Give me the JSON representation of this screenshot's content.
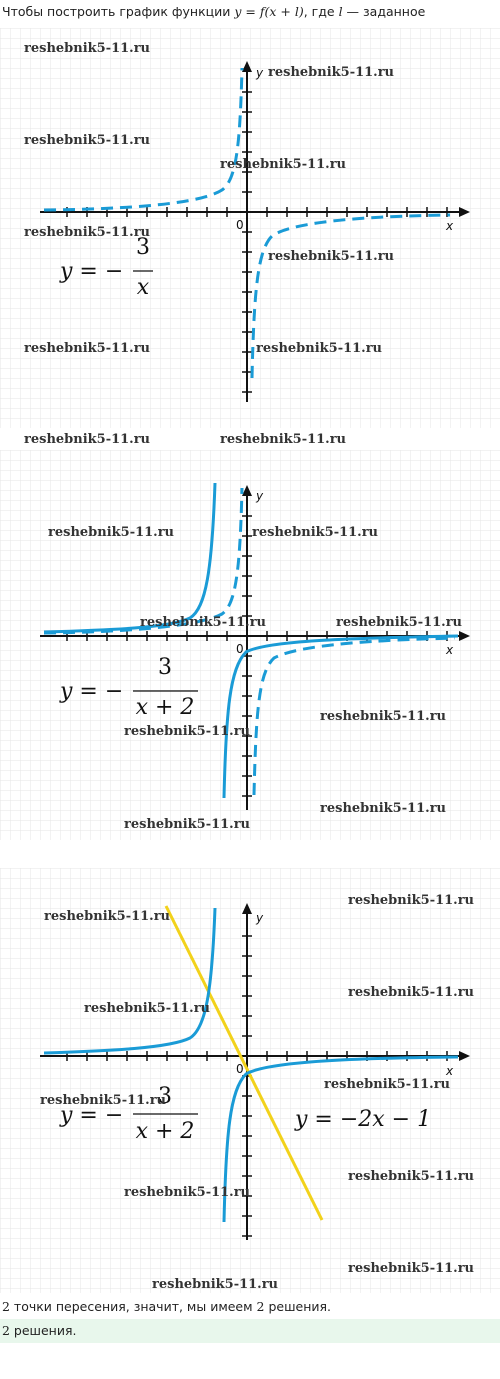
{
  "intro": {
    "text_before": "Чтобы построить график функции ",
    "formula": "y = f(x + l)",
    "text_middle": ", где ",
    "var": "l",
    "text_after": " — заданное"
  },
  "watermark": "reshebnik5-11.ru",
  "axes": {
    "x_label": "x",
    "y_label": "y",
    "origin_label": "0"
  },
  "graphs": [
    {
      "formula_lhs": "y = −",
      "formula_num": "3",
      "formula_den": "x"
    },
    {
      "formula_lhs": "y = −",
      "formula_num": "3",
      "formula_den": "x + 2"
    },
    {
      "formula_lhs": "y = −",
      "formula_num": "3",
      "formula_den": "x + 2",
      "line_formula": "y = −2x − 1"
    }
  ],
  "colors": {
    "curve": "#1a9bd6",
    "line": "#f2d21b",
    "grid": "#e5e5e5",
    "axis": "#111111",
    "answer_bg": "#e8f7ec"
  },
  "conclusion": {
    "number": "2",
    "text": " точки пересения, значит, мы имеем ",
    "number2": "2",
    "text2": " решения."
  },
  "answer": {
    "number": "2",
    "text": " решения."
  }
}
